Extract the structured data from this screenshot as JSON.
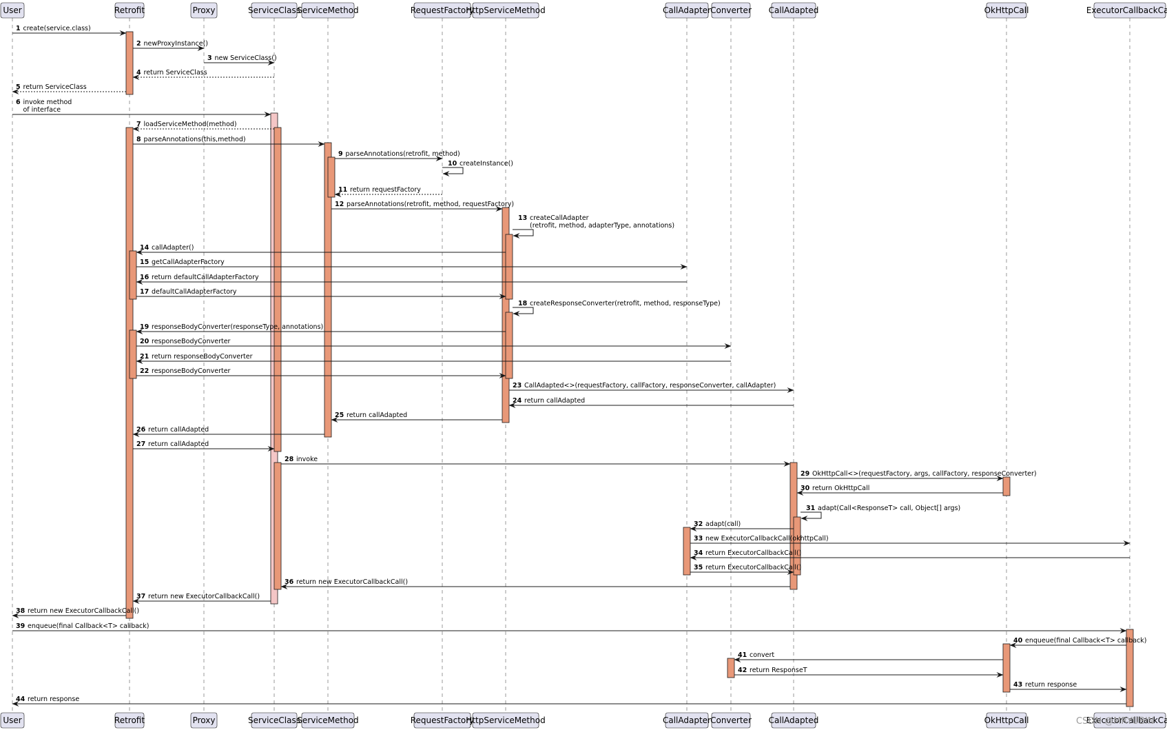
{
  "colors": {
    "participant_fill": "#e2e2f0",
    "participant_stroke": "#181818",
    "activation_fill": "#e89878",
    "activation_light_fill": "#f4c6c6",
    "lifeline": "#9a9a9a",
    "arrow": "#181818"
  },
  "participants": [
    {
      "id": "user",
      "label": "User"
    },
    {
      "id": "retrofit",
      "label": "Retrofit"
    },
    {
      "id": "proxy",
      "label": "Proxy"
    },
    {
      "id": "serviceclass",
      "label": "ServiceClass"
    },
    {
      "id": "servicemethod",
      "label": "ServiceMethod"
    },
    {
      "id": "requestfactory",
      "label": "RequestFactory"
    },
    {
      "id": "httpservicemethod",
      "label": "HttpServiceMethod"
    },
    {
      "id": "calladapter",
      "label": "CallAdapter"
    },
    {
      "id": "converter",
      "label": "Converter"
    },
    {
      "id": "calladapted",
      "label": "CallAdapted"
    },
    {
      "id": "okhttpcall",
      "label": "OkHttpCall"
    },
    {
      "id": "executorcallbackcall",
      "label": "ExecutorCallbackCall"
    }
  ],
  "messages": [
    {
      "num": "1",
      "text": [
        "create(service.class)"
      ],
      "from": "user",
      "to": "retrofit",
      "style": "sync"
    },
    {
      "num": "2",
      "text": [
        "newProxyInstance()"
      ],
      "from": "retrofit",
      "to": "proxy",
      "style": "sync"
    },
    {
      "num": "3",
      "text": [
        "new ServiceClass()"
      ],
      "from": "proxy",
      "to": "serviceclass",
      "style": "sync"
    },
    {
      "num": "4",
      "text": [
        "return ServiceClass"
      ],
      "from": "serviceclass",
      "to": "retrofit",
      "style": "return"
    },
    {
      "num": "5",
      "text": [
        "return ServiceClass"
      ],
      "from": "retrofit",
      "to": "user",
      "style": "return"
    },
    {
      "num": "6",
      "text": [
        "invoke method",
        " of interface"
      ],
      "from": "user",
      "to": "serviceclass",
      "style": "sync"
    },
    {
      "num": "7",
      "text": [
        "loadServiceMethod(method)"
      ],
      "from": "serviceclass",
      "to": "retrofit",
      "style": "return"
    },
    {
      "num": "8",
      "text": [
        "parseAnnotations(this,method)"
      ],
      "from": "retrofit",
      "to": "servicemethod",
      "style": "sync"
    },
    {
      "num": "9",
      "text": [
        "parseAnnotations(retrofit, method)"
      ],
      "from": "servicemethod",
      "to": "requestfactory",
      "style": "sync"
    },
    {
      "num": "10",
      "text": [
        "createInstance()"
      ],
      "from": "requestfactory",
      "to": "requestfactory",
      "style": "self"
    },
    {
      "num": "11",
      "text": [
        "return requestFactory"
      ],
      "from": "requestfactory",
      "to": "servicemethod",
      "style": "return"
    },
    {
      "num": "12",
      "text": [
        "parseAnnotations(retrofit, method, requestFactory)"
      ],
      "from": "servicemethod",
      "to": "httpservicemethod",
      "style": "sync"
    },
    {
      "num": "13",
      "text": [
        "createCallAdapter",
        " (retrofit, method, adapterType, annotations)"
      ],
      "from": "httpservicemethod",
      "to": "httpservicemethod",
      "style": "self"
    },
    {
      "num": "14",
      "text": [
        "callAdapter()"
      ],
      "from": "httpservicemethod",
      "to": "retrofit",
      "style": "sync"
    },
    {
      "num": "15",
      "text": [
        "getCallAdapterFactory"
      ],
      "from": "retrofit",
      "to": "calladapter",
      "style": "sync"
    },
    {
      "num": "16",
      "text": [
        "return defaultCallAdapterFactory"
      ],
      "from": "calladapter",
      "to": "retrofit",
      "style": "sync"
    },
    {
      "num": "17",
      "text": [
        "defaultCallAdapterFactory"
      ],
      "from": "retrofit",
      "to": "httpservicemethod",
      "style": "sync"
    },
    {
      "num": "18",
      "text": [
        "createResponseConverter(retrofit, method, responseType)"
      ],
      "from": "httpservicemethod",
      "to": "httpservicemethod",
      "style": "self"
    },
    {
      "num": "19",
      "text": [
        "responseBodyConverter(responseType, annotations)"
      ],
      "from": "httpservicemethod",
      "to": "retrofit",
      "style": "sync"
    },
    {
      "num": "20",
      "text": [
        "responseBodyConverter"
      ],
      "from": "retrofit",
      "to": "converter",
      "style": "sync"
    },
    {
      "num": "21",
      "text": [
        "return responseBodyConverter"
      ],
      "from": "converter",
      "to": "retrofit",
      "style": "sync"
    },
    {
      "num": "22",
      "text": [
        "responseBodyConverter"
      ],
      "from": "retrofit",
      "to": "httpservicemethod",
      "style": "sync"
    },
    {
      "num": "23",
      "text": [
        "CallAdapted<>(requestFactory, callFactory, responseConverter, callAdapter)"
      ],
      "from": "httpservicemethod",
      "to": "calladapted",
      "style": "sync"
    },
    {
      "num": "24",
      "text": [
        "return callAdapted"
      ],
      "from": "calladapted",
      "to": "httpservicemethod",
      "style": "sync"
    },
    {
      "num": "25",
      "text": [
        "return callAdapted"
      ],
      "from": "httpservicemethod",
      "to": "servicemethod",
      "style": "sync"
    },
    {
      "num": "26",
      "text": [
        "return callAdapted"
      ],
      "from": "servicemethod",
      "to": "retrofit",
      "style": "sync"
    },
    {
      "num": "27",
      "text": [
        "return callAdapted"
      ],
      "from": "retrofit",
      "to": "serviceclass",
      "style": "sync"
    },
    {
      "num": "28",
      "text": [
        "invoke"
      ],
      "from": "serviceclass",
      "to": "calladapted",
      "style": "sync"
    },
    {
      "num": "29",
      "text": [
        "OkHttpCall<>(requestFactory, args, callFactory, responseConverter)"
      ],
      "from": "calladapted",
      "to": "okhttpcall",
      "style": "sync"
    },
    {
      "num": "30",
      "text": [
        "return OkHttpCall"
      ],
      "from": "okhttpcall",
      "to": "calladapted",
      "style": "sync"
    },
    {
      "num": "31",
      "text": [
        "adapt(Call<ResponseT> call, Object[] args)"
      ],
      "from": "calladapted",
      "to": "calladapted",
      "style": "self"
    },
    {
      "num": "32",
      "text": [
        "adapt(call)"
      ],
      "from": "calladapted",
      "to": "calladapter",
      "style": "sync"
    },
    {
      "num": "33",
      "text": [
        "new ExecutorCallbackCall(okhttpCall)"
      ],
      "from": "calladapter",
      "to": "executorcallbackcall",
      "style": "sync"
    },
    {
      "num": "34",
      "text": [
        "return ExecutorCallbackCall()"
      ],
      "from": "executorcallbackcall",
      "to": "calladapter",
      "style": "sync"
    },
    {
      "num": "35",
      "text": [
        "return ExecutorCallbackCall()"
      ],
      "from": "calladapter",
      "to": "calladapted",
      "style": "sync"
    },
    {
      "num": "36",
      "text": [
        "return new ExecutorCallbackCall()"
      ],
      "from": "calladapted",
      "to": "serviceclass",
      "style": "sync"
    },
    {
      "num": "37",
      "text": [
        "return new ExecutorCallbackCall()"
      ],
      "from": "serviceclass",
      "to": "retrofit",
      "style": "sync"
    },
    {
      "num": "38",
      "text": [
        "return new ExecutorCallbackCall()"
      ],
      "from": "retrofit",
      "to": "user",
      "style": "sync"
    },
    {
      "num": "39",
      "text": [
        "enqueue(final Callback<T> callback)"
      ],
      "from": "user",
      "to": "executorcallbackcall",
      "style": "sync"
    },
    {
      "num": "40",
      "text": [
        "enqueue(final Callback<T> callback)"
      ],
      "from": "executorcallbackcall",
      "to": "okhttpcall",
      "style": "sync"
    },
    {
      "num": "41",
      "text": [
        "convert"
      ],
      "from": "okhttpcall",
      "to": "converter",
      "style": "sync"
    },
    {
      "num": "42",
      "text": [
        "return ResponseT"
      ],
      "from": "converter",
      "to": "okhttpcall",
      "style": "sync"
    },
    {
      "num": "43",
      "text": [
        "return response"
      ],
      "from": "okhttpcall",
      "to": "executorcallbackcall",
      "style": "sync"
    },
    {
      "num": "44",
      "text": [
        "return response"
      ],
      "from": "executorcallbackcall",
      "to": "user",
      "style": "sync"
    }
  ],
  "activations": [
    {
      "participant": "retrofit",
      "start": "1",
      "end": "5",
      "level": 0
    },
    {
      "participant": "serviceclass",
      "start": "6",
      "end": "37",
      "level": 0,
      "light": true
    },
    {
      "participant": "retrofit",
      "start": "7",
      "end": "38",
      "level": 0
    },
    {
      "participant": "serviceclass",
      "start": "7",
      "end": "27",
      "level": 1
    },
    {
      "participant": "servicemethod",
      "start": "8",
      "end": "26",
      "level": 0
    },
    {
      "participant": "servicemethod",
      "start": "9",
      "end": "11",
      "level": 1
    },
    {
      "participant": "httpservicemethod",
      "start": "12",
      "end": "25",
      "level": 0
    },
    {
      "participant": "httpservicemethod",
      "start": "13",
      "end": "17",
      "level": 1
    },
    {
      "participant": "retrofit",
      "start": "14",
      "end": "17",
      "level": 1
    },
    {
      "participant": "httpservicemethod",
      "start": "18",
      "end": "22",
      "level": 1
    },
    {
      "participant": "retrofit",
      "start": "19",
      "end": "22",
      "level": 1
    },
    {
      "participant": "serviceclass",
      "start": "28",
      "end": "36",
      "level": 1
    },
    {
      "participant": "calladapted",
      "start": "28",
      "end": "36",
      "level": 0
    },
    {
      "participant": "okhttpcall",
      "start": "29",
      "end": "30",
      "level": 0
    },
    {
      "participant": "calladapted",
      "start": "31",
      "end": "35",
      "level": 1
    },
    {
      "participant": "calladapter",
      "start": "32",
      "end": "35",
      "level": 0
    },
    {
      "participant": "executorcallbackcall",
      "start": "39",
      "end": "44",
      "level": 0
    },
    {
      "participant": "okhttpcall",
      "start": "40",
      "end": "43",
      "level": 0
    },
    {
      "participant": "converter",
      "start": "41",
      "end": "42",
      "level": 0
    }
  ],
  "watermark": "CSDN @MRYUBIN"
}
